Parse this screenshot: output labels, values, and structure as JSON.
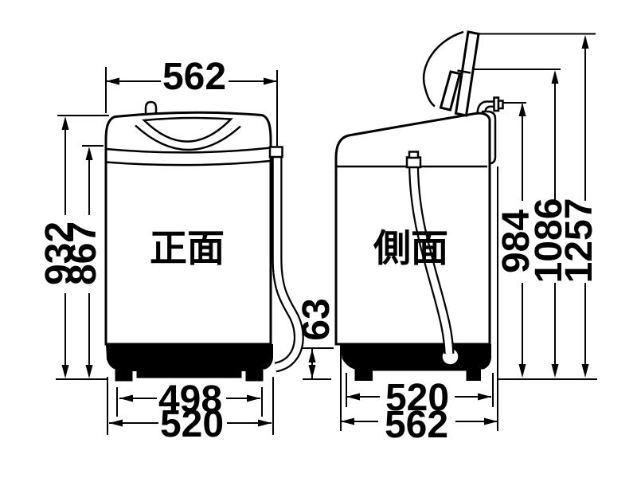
{
  "colors": {
    "ink": "#000000",
    "paper": "#ffffff"
  },
  "front_view": {
    "label": "正面",
    "dims": {
      "top_width": "562",
      "overall_height": "932",
      "body_height": "867",
      "foot_span": "498",
      "base_width": "520"
    }
  },
  "side_view": {
    "label": "側面",
    "dims": {
      "base_height": "63",
      "faucet_height": "984",
      "fold_height": "1086",
      "open_lid_height": "1257",
      "base_depth": "520",
      "overall_depth": "562"
    }
  }
}
